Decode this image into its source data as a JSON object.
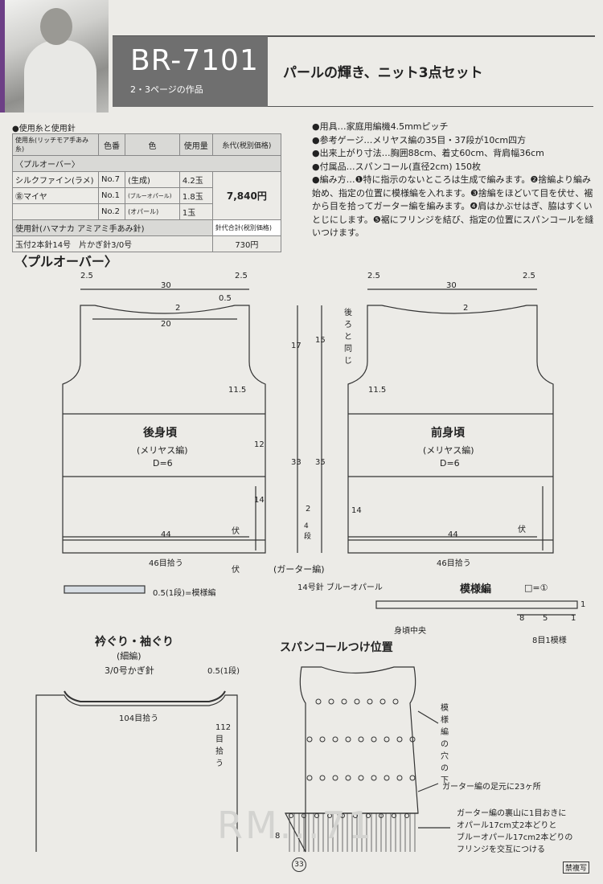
{
  "header": {
    "code": "BR-7101",
    "sub": "2・3ページの作品",
    "title": "パールの輝き、ニット3点セット"
  },
  "materials": {
    "heading": "●使用糸と使用針",
    "yarn_header": [
      "使用糸(リッチモア手あみ糸)",
      "色番",
      "色",
      "使用量",
      "糸代(税別価格)"
    ],
    "section": "〈プルオーバー〉",
    "rows": [
      {
        "name": "シルクファイン(ラメ)",
        "num": "No.7",
        "color": "(生成)",
        "qty": "4.2玉"
      },
      {
        "name": "㊎マイヤ",
        "num": "No.1",
        "color": "(ブルーオパール)",
        "qty": "1.8玉"
      },
      {
        "name": "",
        "num": "No.2",
        "color": "(オパール)",
        "qty": "1玉"
      }
    ],
    "yarn_price": "7,840円",
    "needle_header": "使用針(ハマナカ アミアミ手あみ針)",
    "needle_price_header": "針代合計(税別価格)",
    "needle": "玉付2本針14号　片かぎ針3/0号",
    "needle_price": "730円"
  },
  "instructions": [
    "●用具…家庭用編機4.5mmピッチ",
    "●参考ゲージ…メリヤス編の35目・37段が10cm四方",
    "●出来上がり寸法…胸囲88cm、着丈60cm、背肩幅36cm",
    "●付属品…スパンコール(直径2cm) 150枚",
    "●編み方…❶特に指示のないところは生成で編みます。❷捨編より編み始め、指定の位置に模様編を入れます。❸捨編をほどいて目を伏せ、裾から目を拾ってガーター編を編みます。❹肩はかぶせはぎ、脇はすくいとじにします。❺裾にフリンジを結び、指定の位置にスパンコールを縫いつけます。"
  ],
  "section_title": "〈プルオーバー〉",
  "back": {
    "title": "後身頃",
    "stitch": "(メリヤス編)",
    "d": "D=6",
    "dims": {
      "shoulder_l": "2.5",
      "neck": "30",
      "shoulder_r": "2.5",
      "neck_depth": "2",
      "neck_bottom": "20",
      "edge": "0.5",
      "armhole": "11.5",
      "side_mid": "12",
      "side_low": "14",
      "width": "44",
      "cast": "伏",
      "pick": "46目拾う",
      "cast2": "伏"
    }
  },
  "front": {
    "title": "前身頃",
    "stitch": "(メリヤス編)",
    "d": "D=6",
    "note": "後ろと同じ",
    "dims": {
      "shoulder_l": "2.5",
      "neck": "30",
      "shoulder_r": "2.5",
      "neck_depth": "2",
      "armhole": "11.5",
      "side_low": "14",
      "width": "44",
      "cast": "伏",
      "pick": "46目拾う"
    }
  },
  "center_dims": {
    "a": "17",
    "b": "15",
    "c": "33",
    "d": "35",
    "e": "2",
    "f": "4段",
    "garter": "(ガーター編)",
    "needle": "14号針 ブルーオパール"
  },
  "legend_bar": "0.5(1段)=模様編",
  "pattern": {
    "title": "模様編",
    "key": "□=①",
    "center": "身頃中央",
    "nums": [
      "8",
      "5",
      "1"
    ],
    "repeat": "8目1模様",
    "row": "1"
  },
  "neck": {
    "title": "衿ぐり・袖ぐり",
    "stitch": "(細編)",
    "hook": "3/0号かぎ針",
    "edge": "0.5(1段)",
    "pick_neck": "104目拾う",
    "pick_arm": "112目拾う"
  },
  "sequin": {
    "title": "スパンコールつけ位置",
    "note1": "模様編の穴の下",
    "note2": "ガーター編の足元に23ヶ所",
    "note3": "ガーター編の裏山に1目おきにオパール17cm丈2本どりとブルーオパール17cm2本どりのフリンジを交互につける",
    "note3a": "ガーター編の裏山に1目おきに",
    "note3b": "オパール17cm丈2本どりと",
    "note3c": "ブルーオパール17cm2本どりの",
    "note3d": "フリンジを交互につける",
    "fringe_len": "8"
  },
  "watermark": "RM...71",
  "page_number": "33",
  "copyright": "禁複写"
}
